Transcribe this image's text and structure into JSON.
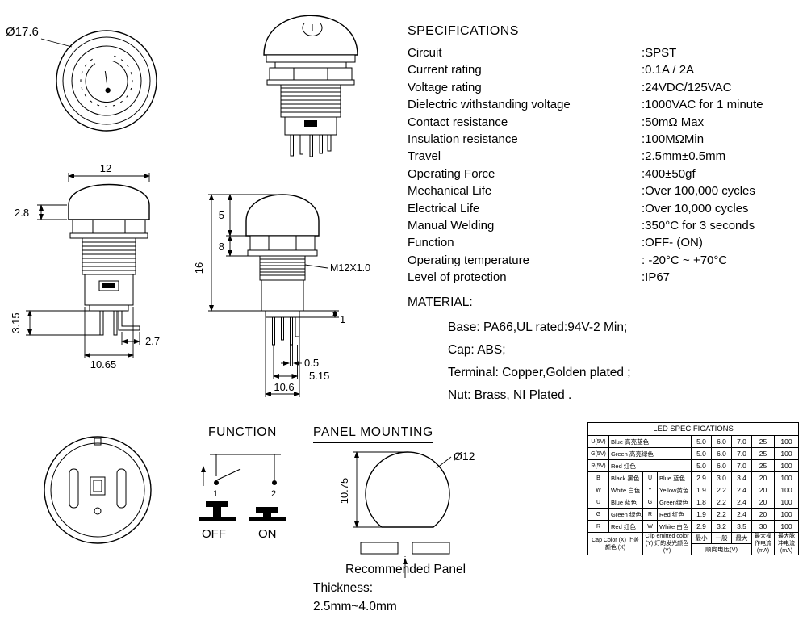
{
  "front_view": {
    "diameter_label": "Ø17.6"
  },
  "specs": {
    "title": "SPECIFICATIONS",
    "rows": [
      {
        "label": "Circuit",
        "value": ":SPST"
      },
      {
        "label": "Current rating",
        "value": ":0.1A / 2A"
      },
      {
        "label": "Voltage rating",
        "value": ":24VDC/125VAC"
      },
      {
        "label": "Dielectric withstanding voltage",
        "value": ":1000VAC for 1 minute"
      },
      {
        "label": "Contact resistance",
        "value": ":50mΩ Max"
      },
      {
        "label": "Insulation resistance",
        "value": ":100MΩMin"
      },
      {
        "label": "Travel",
        "value": ":2.5mm±0.5mm"
      },
      {
        "label": "Operating Force",
        "value": ":400±50gf"
      },
      {
        "label": "Mechanical Life",
        "value": ":Over 100,000 cycles"
      },
      {
        "label": "Electrical Life",
        "value": ":Over 10,000 cycles"
      },
      {
        "label": "Manual Welding",
        "value": ":350°C for 3 seconds"
      },
      {
        "label": "Function",
        "value": ":OFF- (ON)"
      },
      {
        "label": "Operating temperature",
        "value": ": -20°C ~ +70°C"
      },
      {
        "label": "Level of protection",
        "value": ":IP67"
      }
    ]
  },
  "material": {
    "title": "MATERIAL:",
    "lines": [
      "Base: PA66,UL rated:94V-2 Min;",
      "Cap: ABS;",
      "Terminal: Copper,Golden plated ;",
      "Nut: Brass, NI Plated ."
    ]
  },
  "dim_side": {
    "cap_width": "12",
    "skirt_height": "2.8",
    "pin_length": "3.15",
    "base_width": "10.65",
    "terminal_offset": "2.7"
  },
  "dim_front": {
    "cap_height": "5",
    "nut_section": "8",
    "body_height": "16",
    "thread_spec": "M12X1.0",
    "plate_thickness": "1",
    "pin_width": "0.5",
    "pin_pitch": "5.15",
    "pin_span": "10.6"
  },
  "function": {
    "title": "FUNCTION",
    "terminal1": "1",
    "terminal2": "2",
    "off_label": "OFF",
    "on_label": "ON"
  },
  "panel": {
    "title": "PANEL MOUNTING",
    "hole_dia": "Ø12",
    "flat_height": "10.75",
    "note_line1": "Recommended Panel",
    "note_line2": "Thickness:",
    "note_line3": "2.5mm~4.0mm"
  },
  "led_table": {
    "title": "LED SPECIFICATIONS",
    "hv_rows": [
      {
        "code": "U(5V)",
        "name": "Blue 高亮蓝色",
        "values": [
          "5.0",
          "6.0",
          "7.0",
          "25",
          "100"
        ]
      },
      {
        "code": "G(5V)",
        "name": "Green 高亮绿色",
        "values": [
          "5.0",
          "6.0",
          "7.0",
          "25",
          "100"
        ]
      },
      {
        "code": "R(5V)",
        "name": "Red 红色",
        "values": [
          "5.0",
          "6.0",
          "7.0",
          "25",
          "100"
        ]
      }
    ],
    "rows": [
      {
        "cap_code": "B",
        "cap_name": "Black 黑色",
        "led_code": "U",
        "led_name": "Blue 蓝色",
        "values": [
          "2.9",
          "3.0",
          "3.4",
          "20",
          "100"
        ]
      },
      {
        "cap_code": "W",
        "cap_name": "White 白色",
        "led_code": "Y",
        "led_name": "Yellow黄色",
        "values": [
          "1.9",
          "2.2",
          "2.4",
          "20",
          "100"
        ]
      },
      {
        "cap_code": "U",
        "cap_name": "Blue 蓝色",
        "led_code": "G",
        "led_name": "Green绿色",
        "values": [
          "1.8",
          "2.2",
          "2.4",
          "20",
          "100"
        ]
      },
      {
        "cap_code": "G",
        "cap_name": "Green 绿色",
        "led_code": "R",
        "led_name": "Red 红色",
        "values": [
          "1.9",
          "2.2",
          "2.4",
          "20",
          "100"
        ]
      },
      {
        "cap_code": "R",
        "cap_name": "Red 红色",
        "led_code": "W",
        "led_name": "White 白色",
        "values": [
          "2.9",
          "3.2",
          "3.5",
          "30",
          "100"
        ]
      }
    ],
    "footer": {
      "cap_col": "Cap Color (X) 上盖颜色 (X)",
      "led_col": "Clip emitted color (Y) 灯的发光颜色 (Y)",
      "min": "最小",
      "typ": "一般",
      "max": "最大",
      "voltage": "顺向电压(V)",
      "op_current": "最大操作电流 (mA)",
      "pulse_current": "最大脉冲电流 (mA)"
    }
  }
}
